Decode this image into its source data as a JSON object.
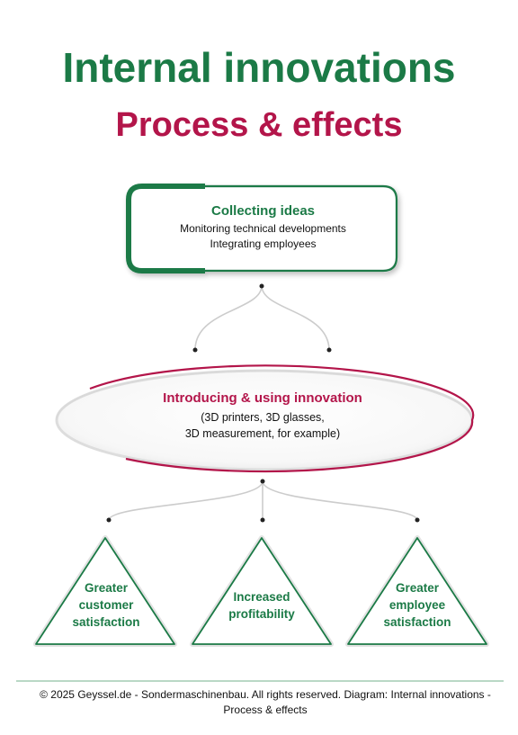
{
  "title": {
    "main": "Internal innovations",
    "sub": "Process & effects"
  },
  "ideas_box": {
    "heading": "Collecting ideas",
    "lines": [
      "Monitoring technical developments",
      "Integrating employees"
    ]
  },
  "innovation_box": {
    "heading": "Introducing & using innovation",
    "lines": [
      "(3D printers, 3D glasses,",
      "3D measurement, for example)"
    ]
  },
  "effects": [
    {
      "lines": [
        "Greater",
        "customer",
        "satisfaction"
      ]
    },
    {
      "lines": [
        "Increased",
        "profitability"
      ]
    },
    {
      "lines": [
        "Greater",
        "employee",
        "satisfaction"
      ]
    }
  ],
  "footer": {
    "text": "© 2025 Geyssel.de - Sondermaschinenbau.  All rights reserved.  Diagram: Internal innovations - Process & effects"
  },
  "colors": {
    "green": "#1b7a46",
    "crimson": "#b3154a",
    "connector": "#cccccc"
  }
}
